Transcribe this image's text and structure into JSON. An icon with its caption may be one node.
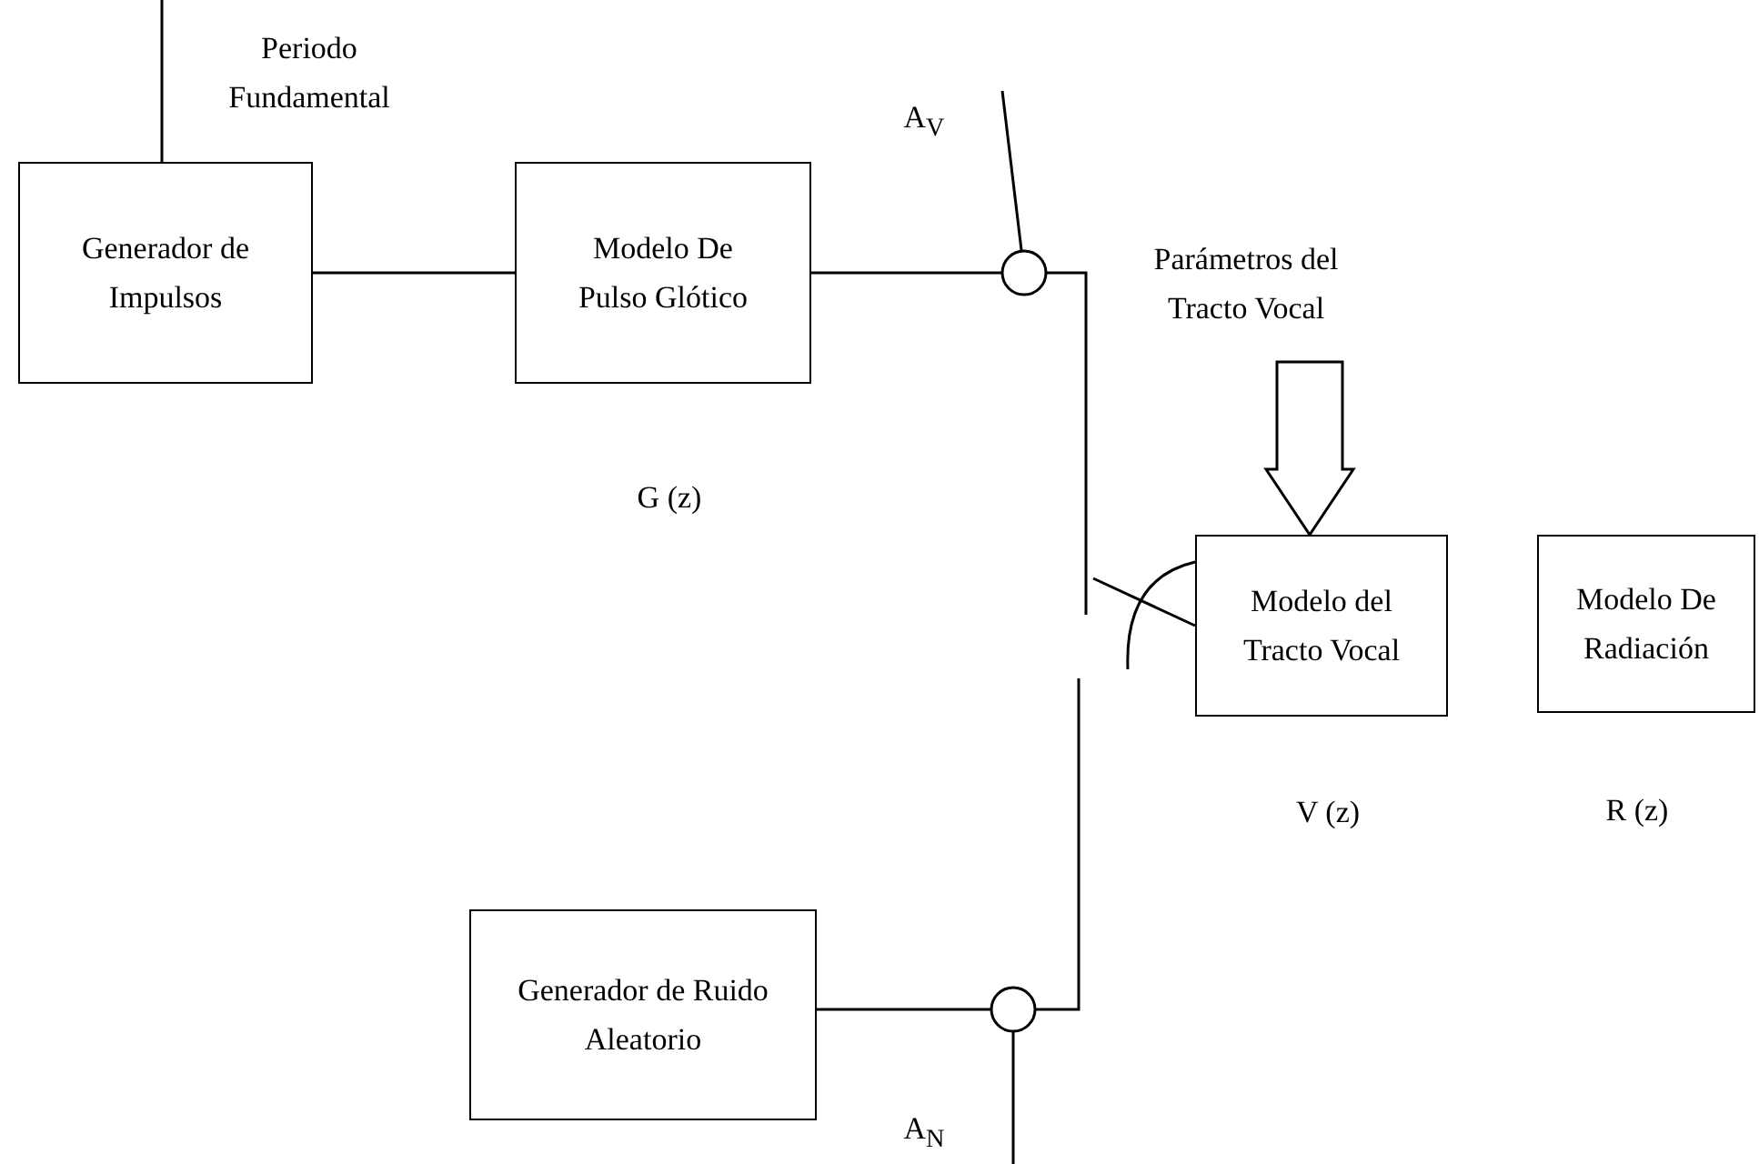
{
  "diagram": {
    "nodes": [
      {
        "text": [
          "Generador de Impulsos"
        ]
      },
      {
        "text": [
          "Modelo De Pulso Glótico"
        ],
        "beside": [
          "G (z)"
        ]
      },
      {
        "text": [],
        "shape": "circle"
      },
      {
        "text": [
          "Modelo del Tracto Vocal"
        ],
        "beside": [
          "V (z)"
        ]
      },
      {
        "text": [
          "Modelo De Radiación"
        ],
        "beside": [
          "R (z)"
        ]
      },
      {
        "text": [
          "Generador de Ruido Aleatorio"
        ]
      },
      {
        "text": [],
        "shape": "circle"
      },
      {
        "text": [
          "Parámetros del Tracto Vocal"
        ]
      }
    ],
    "edges": [
      {
        "from": null,
        "to": 0,
        "arrow": "none"
      },
      {
        "from": 0,
        "to": 1,
        "arrow": "none"
      },
      {
        "from": 1,
        "to": 2,
        "arrow": "none"
      },
      {
        "from": null,
        "to": 2,
        "arrow": "none"
      },
      {
        "from": 2,
        "to": null,
        "arrow": "none"
      },
      {
        "from": null,
        "to": 3,
        "arrow": "none"
      },
      {
        "from": 5,
        "to": 6,
        "arrow": "none"
      },
      {
        "from": 6,
        "to": null,
        "arrow": "none"
      },
      {
        "from": null,
        "to": 6,
        "arrow": "none"
      },
      {
        "from": 7,
        "to": 3,
        "arrow": "to",
        "style": "thick"
      }
    ],
    "labels": [
      "Periodo Fundamental",
      "A$_{V}$",
      "A$_{N}$"
    ]
  }
}
